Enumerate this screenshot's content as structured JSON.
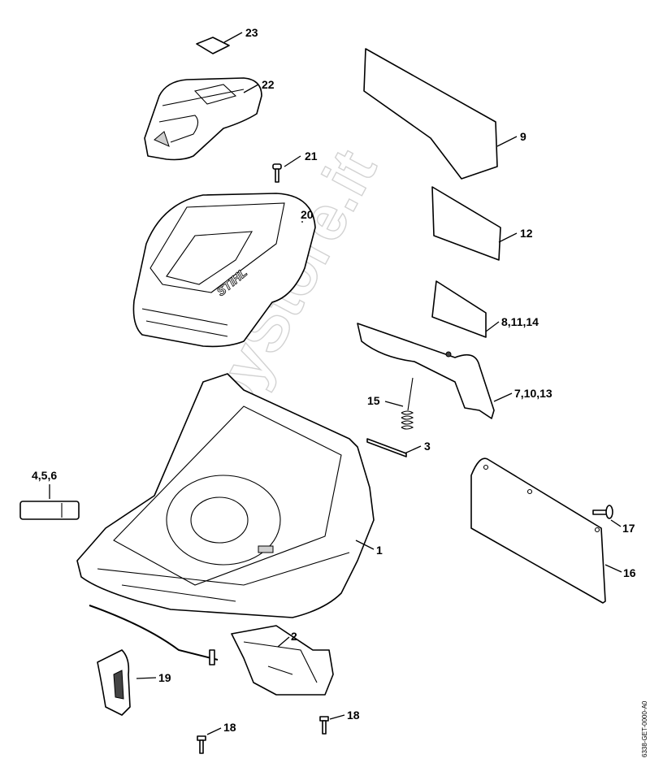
{
  "diagram": {
    "watermark": "HobbyStore.it",
    "document_number": "6338-GET-0000-A0",
    "brand_mark": "STIHL",
    "callouts": [
      {
        "part": "decal",
        "label": "23"
      },
      {
        "part": "handle-cover",
        "label": "22"
      },
      {
        "part": "screw",
        "label": "21"
      },
      {
        "part": "housing-hood",
        "label": "20"
      },
      {
        "part": "flap-large",
        "label": "9"
      },
      {
        "part": "flap-medium",
        "label": "12"
      },
      {
        "part": "flap-small",
        "label": "8,11,14"
      },
      {
        "part": "rear-flap",
        "label": "7,10,13"
      },
      {
        "part": "spring",
        "label": "15"
      },
      {
        "part": "rod",
        "label": "3"
      },
      {
        "part": "label-set",
        "label": "4,5,6"
      },
      {
        "part": "mower-deck",
        "label": "1"
      },
      {
        "part": "screw-rear",
        "label": "17"
      },
      {
        "part": "rear-guard",
        "label": "16"
      },
      {
        "part": "discharge-chute",
        "label": "2"
      },
      {
        "part": "front-handle",
        "label": "19"
      },
      {
        "part": "screw-a",
        "label": "18"
      },
      {
        "part": "screw-b",
        "label": "18"
      }
    ]
  }
}
